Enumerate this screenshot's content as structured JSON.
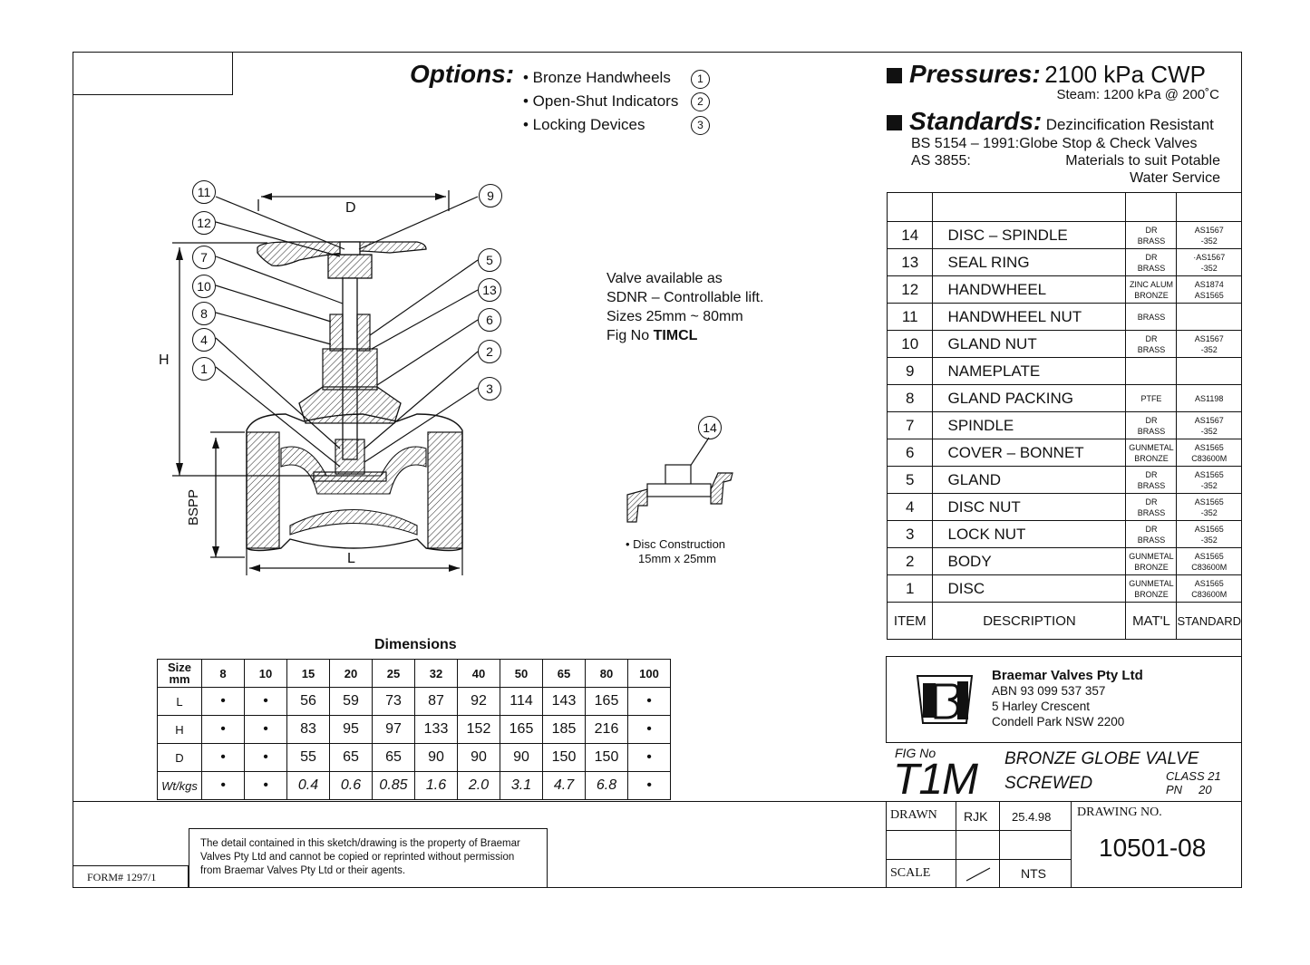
{
  "options": {
    "title": "Options:",
    "items": [
      {
        "label": "• Bronze Handwheels",
        "num": "1"
      },
      {
        "label": "• Open-Shut Indicators",
        "num": "2"
      },
      {
        "label": "• Locking Devices",
        "num": "3"
      }
    ]
  },
  "pressures": {
    "title": "Pressures:",
    "value": "2100 kPa CWP",
    "steam": "Steam: 1200 kPa @ 200˚C"
  },
  "standards": {
    "title": "Standards:",
    "line1": "Dezincification Resistant",
    "line2": "BS 5154 – 1991:Globe Stop & Check Valves",
    "line3a": "AS 3855:",
    "line3b": "Materials to suit Potable",
    "line4": "Water Service"
  },
  "availability": {
    "l1": "Valve available as",
    "l2": "SDNR – Controllable lift.",
    "l3": "Sizes 25mm ~ 80mm",
    "l4a": "Fig No ",
    "l4b": "TIMCL"
  },
  "disc": {
    "l1": "• Disc Construction",
    "l2": "15mm x 25mm",
    "num": "14"
  },
  "drawing_labels": {
    "D": "D",
    "H": "H",
    "L": "L",
    "BSPP": "BSPP",
    "callouts": [
      "11",
      "12",
      "7",
      "10",
      "8",
      "4",
      "1",
      "9",
      "5",
      "13",
      "6",
      "2",
      "3"
    ]
  },
  "parts": {
    "rows": [
      {
        "item": "14",
        "desc": "DISC – SPINDLE",
        "mat": [
          "DR",
          "BRASS"
        ],
        "std": [
          "AS1567",
          "-352"
        ]
      },
      {
        "item": "13",
        "desc": "SEAL RING",
        "mat": [
          "DR",
          "BRASS"
        ],
        "std": [
          "·AS1567",
          "-352"
        ]
      },
      {
        "item": "12",
        "desc": "HANDWHEEL",
        "mat": [
          "ZINC ALUM",
          "BRONZE"
        ],
        "std": [
          "AS1874",
          "AS1565"
        ]
      },
      {
        "item": "11",
        "desc": "HANDWHEEL NUT",
        "mat": [
          "BRASS"
        ],
        "std": [
          ""
        ]
      },
      {
        "item": "10",
        "desc": "GLAND NUT",
        "mat": [
          "DR",
          "BRASS"
        ],
        "std": [
          "AS1567",
          "-352"
        ]
      },
      {
        "item": "9",
        "desc": "NAMEPLATE",
        "mat": [
          ""
        ],
        "std": [
          ""
        ]
      },
      {
        "item": "8",
        "desc": "GLAND PACKING",
        "mat": [
          "PTFE"
        ],
        "std": [
          "AS1198"
        ]
      },
      {
        "item": "7",
        "desc": "SPINDLE",
        "mat": [
          "DR",
          "BRASS"
        ],
        "std": [
          "AS1567",
          "-352"
        ]
      },
      {
        "item": "6",
        "desc": "COVER – BONNET",
        "mat": [
          "GUNMETAL",
          "BRONZE"
        ],
        "std": [
          "AS1565",
          "C83600M"
        ]
      },
      {
        "item": "5",
        "desc": "GLAND",
        "mat": [
          "DR",
          "BRASS"
        ],
        "std": [
          "AS1565",
          "-352"
        ]
      },
      {
        "item": "4",
        "desc": "DISC NUT",
        "mat": [
          "DR",
          "BRASS"
        ],
        "std": [
          "AS1565",
          "-352"
        ]
      },
      {
        "item": "3",
        "desc": "LOCK NUT",
        "mat": [
          "DR",
          "BRASS"
        ],
        "std": [
          "AS1565",
          "-352"
        ]
      },
      {
        "item": "2",
        "desc": "BODY",
        "mat": [
          "GUNMETAL",
          "BRONZE"
        ],
        "std": [
          "AS1565",
          "C83600M"
        ]
      },
      {
        "item": "1",
        "desc": "DISC",
        "mat": [
          "GUNMETAL",
          "BRONZE"
        ],
        "std": [
          "AS1565",
          "C83600M"
        ]
      }
    ],
    "header": {
      "item": "ITEM",
      "desc": "DESCRIPTION",
      "mat": "MAT'L",
      "std": "STANDARD"
    }
  },
  "dimensions": {
    "title": "Dimensions",
    "size_label": [
      "Size",
      "mm"
    ],
    "sizes": [
      "8",
      "10",
      "15",
      "20",
      "25",
      "32",
      "40",
      "50",
      "65",
      "80",
      "100"
    ],
    "rows": [
      {
        "label": "L",
        "values": [
          "•",
          "•",
          "56",
          "59",
          "73",
          "87",
          "92",
          "114",
          "143",
          "165",
          "•"
        ],
        "italic": false
      },
      {
        "label": "H",
        "values": [
          "•",
          "•",
          "83",
          "95",
          "97",
          "133",
          "152",
          "165",
          "185",
          "216",
          "•"
        ],
        "italic": false
      },
      {
        "label": "D",
        "values": [
          "•",
          "•",
          "55",
          "65",
          "65",
          "90",
          "90",
          "90",
          "150",
          "150",
          "•"
        ],
        "italic": false
      },
      {
        "label": "Wt/kgs",
        "values": [
          "•",
          "•",
          "0.4",
          "0.6",
          "0.85",
          "1.6",
          "2.0",
          "3.1",
          "4.7",
          "6.8",
          "•"
        ],
        "italic": true
      }
    ]
  },
  "company": {
    "name": "Braemar Valves Pty Ltd",
    "abn": "ABN 93 099 537 357",
    "addr1": "5 Harley Crescent",
    "addr2": "Condell Park  NSW  2200"
  },
  "figure": {
    "fig_label": "FIG No",
    "fig_no": "T1M",
    "desc1": "BRONZE GLOBE VALVE",
    "desc2": "SCREWED",
    "class": "CLASS 21",
    "pn": "PN     20"
  },
  "titleblock": {
    "drawn_label": "DRAWN",
    "drawn_by": "RJK",
    "date": "25.4.98",
    "drawing_no_label": "DRAWING NO.",
    "drawing_no": "10501-08",
    "scale_label": "SCALE",
    "scale": "NTS"
  },
  "note": "The detail contained in this sketch/drawing is the property of Braemar Valves Pty Ltd and cannot be copied or reprinted without permission from Braemar Valves Pty Ltd or their agents.",
  "form_no": "FORM# 1297/1"
}
